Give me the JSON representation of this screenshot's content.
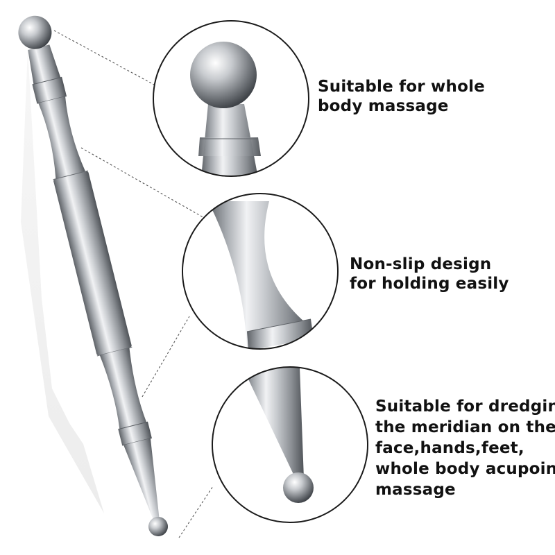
{
  "features": [
    {
      "lines": [
        "Suitable for whole",
        "body massage"
      ]
    },
    {
      "lines": [
        "Non-slip design",
        "for holding easily"
      ]
    },
    {
      "lines": [
        "Suitable for dredging",
        "the meridian on the",
        "face,hands,feet,",
        "whole body acupoint",
        "massage"
      ]
    }
  ],
  "colors": {
    "text": "#111111",
    "metal_light": "#e4e6e9",
    "metal_dark": "#6f7378",
    "circle": "#1a1a1a"
  }
}
